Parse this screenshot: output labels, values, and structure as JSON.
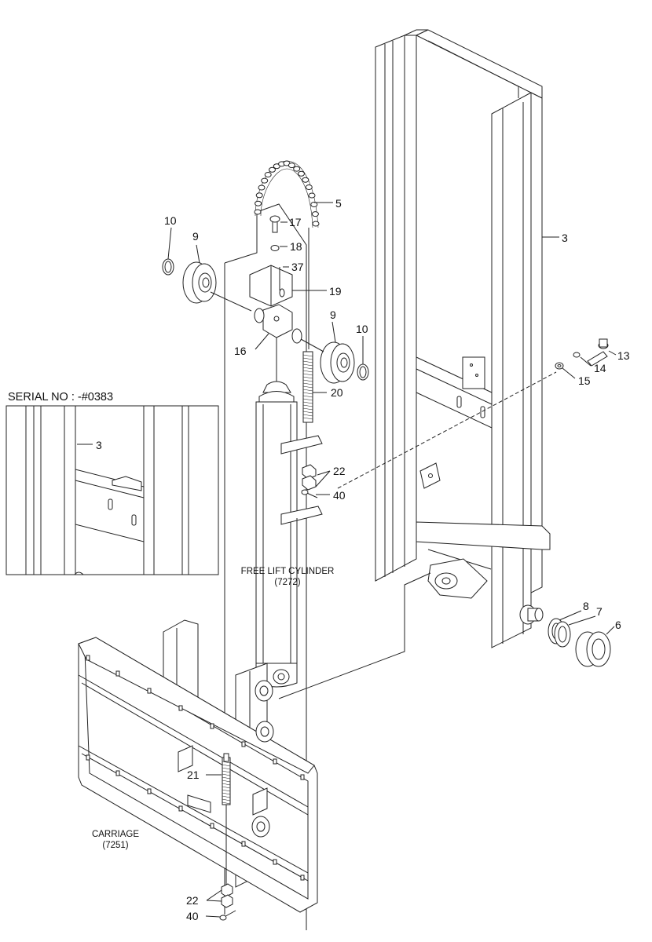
{
  "inset": {
    "serial_text": "SERIAL NO : -#0383",
    "callout": "3"
  },
  "captions": {
    "free_lift_line1": "FREE LIFT CYLINDER",
    "free_lift_line2": "(7272)",
    "carriage_line1": "CARRIAGE",
    "carriage_line2": "(7251)"
  },
  "callouts": {
    "c3": "3",
    "c5": "5",
    "c6": "6",
    "c7": "7",
    "c8": "8",
    "c9a": "9",
    "c9b": "9",
    "c10a": "10",
    "c10b": "10",
    "c13": "13",
    "c14": "14",
    "c15": "15",
    "c16": "16",
    "c17": "17",
    "c18": "18",
    "c19": "19",
    "c20": "20",
    "c21": "21",
    "c22a": "22",
    "c22b": "22",
    "c37": "37",
    "c40a": "40",
    "c40b": "40"
  }
}
